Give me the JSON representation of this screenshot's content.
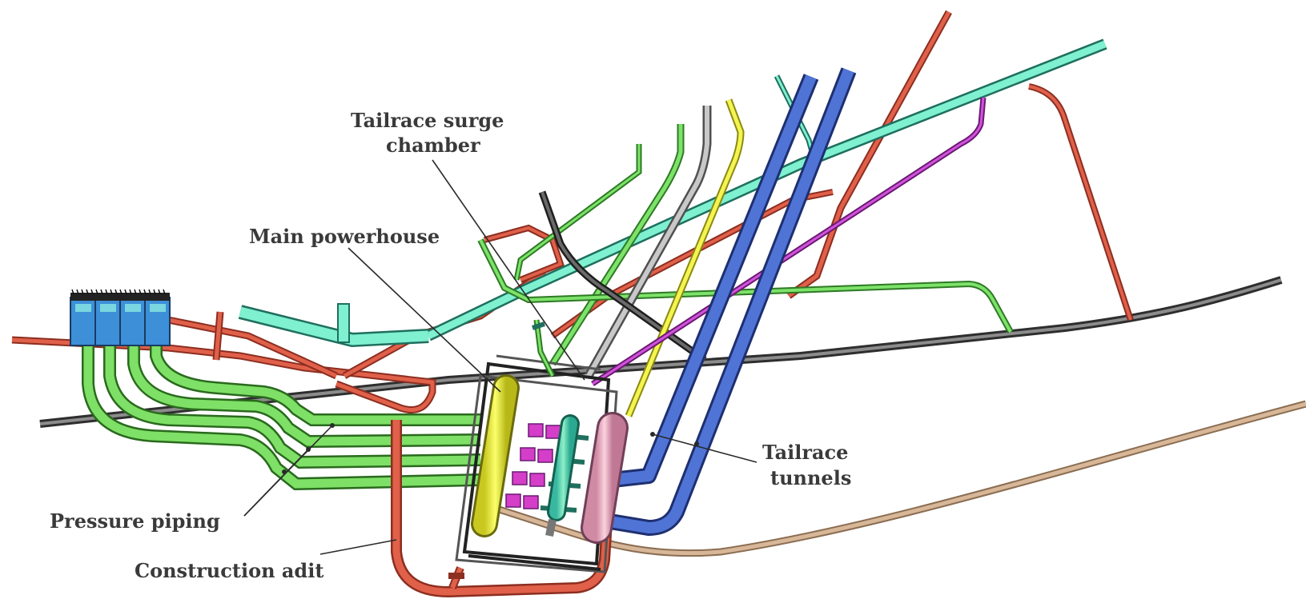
{
  "labels": {
    "tailrace_surge_chamber_line1": "Tailrace surge",
    "tailrace_surge_chamber_line2": "chamber",
    "main_powerhouse": "Main powerhouse",
    "tailrace_tunnels_line1": "Tailrace",
    "tailrace_tunnels_line2": "tunnels",
    "pressure_piping": "Pressure piping",
    "construction_adit": "Construction adit"
  },
  "colors": {
    "construction_adit": "#d9573e",
    "pressure_piping": "#6fd35a",
    "tailrace_tunnels": "#4a6fd0",
    "cyan_tunnel": "#6ee0c8",
    "grey_tunnel": "#5a5a5a",
    "yellow_tunnel": "#eef04a",
    "magenta_tunnel": "#c64ad0",
    "tan_tunnel": "#c9a888",
    "intake_blocks": "#3a8fd6",
    "main_powerhouse": "#eef03a",
    "transformer_chamber": "#5ce0b0",
    "surge_chamber": "#f2b4c4",
    "units": "#d040c8"
  }
}
